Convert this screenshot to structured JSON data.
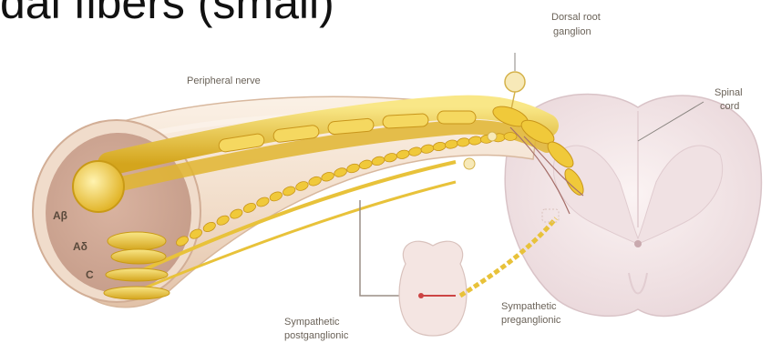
{
  "slide": {
    "title_fragment": "dal fibers (small)"
  },
  "diagram": {
    "labels": {
      "peripheral_nerve": "Peripheral nerve",
      "dorsal_root_1": "Dorsal root",
      "dorsal_root_2": "ganglion",
      "spinal_1": "Spinal",
      "spinal_2": "cord",
      "fiber_a_beta": "Aβ",
      "fiber_a_delta": "Aδ",
      "fiber_c": "C",
      "symp_pre_1": "Sympathetic",
      "symp_pre_2": "preganglionic",
      "symp_post_1": "Sympathetic",
      "symp_post_2": "postganglionic"
    },
    "colors": {
      "nerve_sheath": "#f3e2d2",
      "nerve_sheath_shade": "#e6c9b2",
      "fiber_yellow": "#e8c23a",
      "fiber_light": "#f7e27c",
      "fiber_dark": "#c99a16",
      "cord_gray": "#f4e9ea",
      "cord_shade": "#e2cfd3",
      "leader_line": "#8a8580"
    }
  }
}
